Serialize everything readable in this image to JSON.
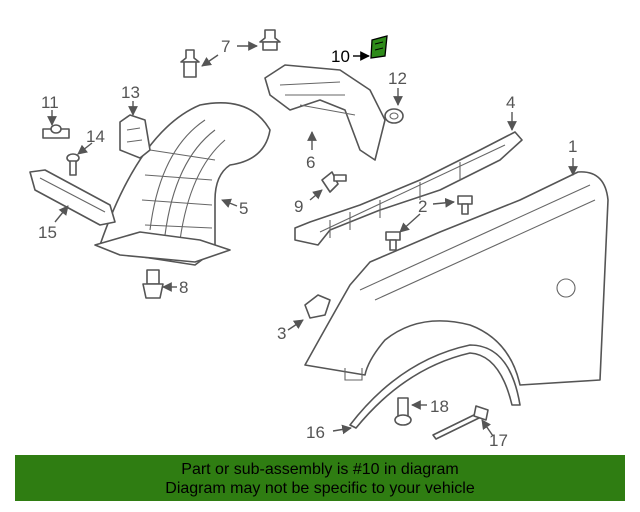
{
  "diagram": {
    "callouts": [
      "1",
      "2",
      "3",
      "4",
      "5",
      "6",
      "7",
      "8",
      "9",
      "10",
      "11",
      "12",
      "13",
      "14",
      "15",
      "16",
      "17",
      "18"
    ],
    "highlighted_part": "10",
    "highlight_color": "#2e8b1a"
  },
  "banner": {
    "line1": "Part or sub-assembly is #10 in diagram",
    "line2": "Diagram may not be specific to your vehicle",
    "background": "#2f7d12"
  }
}
